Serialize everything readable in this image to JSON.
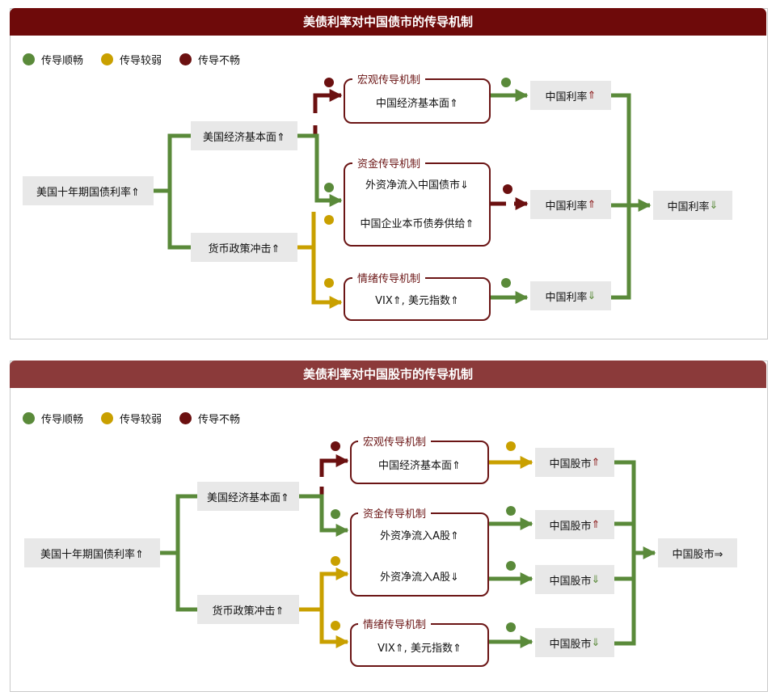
{
  "colors": {
    "green": "#5a8a3a",
    "gold": "#c9a000",
    "red": "#6b1010",
    "title1": "#6e0a0a",
    "title2": "#8b3a3a"
  },
  "legend": [
    {
      "label": "传导顺畅",
      "color": "#5a8a3a"
    },
    {
      "label": "传导较弱",
      "color": "#c9a000"
    },
    {
      "label": "传导不畅",
      "color": "#6b1010"
    }
  ],
  "bond": {
    "title": "美债利率对中国债市的传导机制",
    "root": "美国十年期国债利率⇑",
    "econ": "美国经济基本面⇑",
    "policy": "货币政策冲击⇑",
    "macro": {
      "title": "宏观传导机制",
      "line1": "中国经济基本面⇑"
    },
    "capital": {
      "title": "资金传导机制",
      "line1": "外资净流入中国债市⇓",
      "line2": "中国企业本币债券供给⇑"
    },
    "sentiment": {
      "title": "情绪传导机制",
      "line1": "VIX⇑, 美元指数⇑"
    },
    "out1": {
      "text": "中国利率",
      "arrow": "⇑"
    },
    "out2": {
      "text": "中国利率",
      "arrow": "⇑"
    },
    "out3": {
      "text": "中国利率",
      "arrow": "⇓"
    },
    "final": {
      "text": "中国利率",
      "arrow": "⇓"
    }
  },
  "stock": {
    "title": "美债利率对中国股市的传导机制",
    "root": "美国十年期国债利率⇑",
    "econ": "美国经济基本面⇑",
    "policy": "货币政策冲击⇑",
    "macro": {
      "title": "宏观传导机制",
      "line1": "中国经济基本面⇑"
    },
    "capital": {
      "title": "资金传导机制",
      "line1": "外资净流入A股⇑",
      "line2": "外资净流入A股⇓"
    },
    "sentiment": {
      "title": "情绪传导机制",
      "line1": "VIX⇑, 美元指数⇑"
    },
    "out1": {
      "text": "中国股市",
      "arrow": "⇑"
    },
    "out2": {
      "text": "中国股市",
      "arrow": "⇑"
    },
    "out3": {
      "text": "中国股市",
      "arrow": "⇓"
    },
    "out4": {
      "text": "中国股市",
      "arrow": "⇓"
    },
    "final": {
      "text": "中国股市⇒"
    }
  }
}
